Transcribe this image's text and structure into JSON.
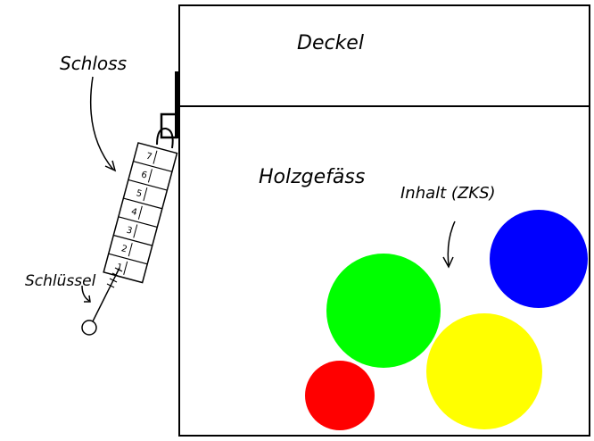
{
  "labels": {
    "lid": "Deckel",
    "container": "Holzgefäss",
    "content": "Inhalt (ZKS)",
    "lock": "Schloss",
    "key": "Schlüssel"
  },
  "lock_numbers": [
    "1",
    "2",
    "3",
    "4",
    "5",
    "6",
    "7"
  ],
  "contents": [
    {
      "name": "green-ball",
      "color": "#00ff00"
    },
    {
      "name": "blue-ball",
      "color": "#0000ff"
    },
    {
      "name": "yellow-ball",
      "color": "#ffff00"
    },
    {
      "name": "red-ball",
      "color": "#ff0000"
    }
  ]
}
